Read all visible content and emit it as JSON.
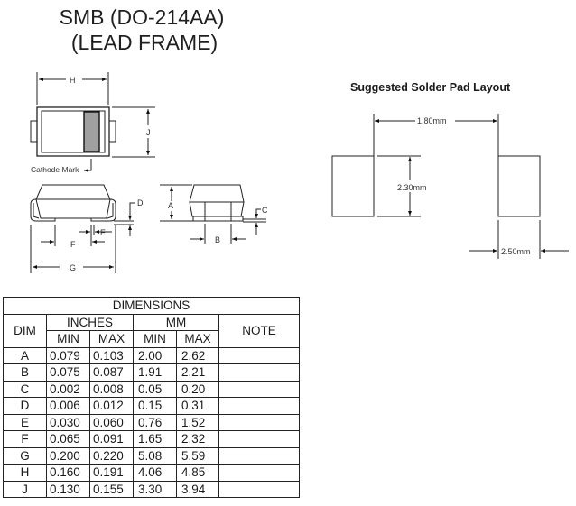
{
  "header": {
    "title_line1": "SMB (DO-214AA)",
    "title_line2": "(LEAD FRAME)"
  },
  "package_drawing": {
    "top_view": {
      "dim_h": "H",
      "dim_j": "J",
      "cathode_label": "Cathode Mark"
    },
    "side_view": {
      "dim_d": "D",
      "dim_e": "E",
      "dim_f": "F",
      "dim_g": "G"
    },
    "end_view": {
      "dim_a": "A",
      "dim_b": "B",
      "dim_c": "C"
    }
  },
  "solder_pad": {
    "title": "Suggested Solder Pad Layout",
    "spacing": "1.80mm",
    "height": "2.30mm",
    "width": "2.50mm"
  },
  "table": {
    "title": "DIMENSIONS",
    "col_dim": "DIM",
    "group_inches": "INCHES",
    "group_mm": "MM",
    "col_note": "NOTE",
    "sub_min": "MIN",
    "sub_max": "MAX",
    "rows": [
      {
        "dim": "A",
        "in_min": "0.079",
        "in_max": "0.103",
        "mm_min": "2.00",
        "mm_max": "2.62",
        "note": ""
      },
      {
        "dim": "B",
        "in_min": "0.075",
        "in_max": "0.087",
        "mm_min": "1.91",
        "mm_max": "2.21",
        "note": ""
      },
      {
        "dim": "C",
        "in_min": "0.002",
        "in_max": "0.008",
        "mm_min": "0.05",
        "mm_max": "0.20",
        "note": ""
      },
      {
        "dim": "D",
        "in_min": "0.006",
        "in_max": "0.012",
        "mm_min": "0.15",
        "mm_max": "0.31",
        "note": ""
      },
      {
        "dim": "E",
        "in_min": "0.030",
        "in_max": "0.060",
        "mm_min": "0.76",
        "mm_max": "1.52",
        "note": ""
      },
      {
        "dim": "F",
        "in_min": "0.065",
        "in_max": "0.091",
        "mm_min": "1.65",
        "mm_max": "2.32",
        "note": ""
      },
      {
        "dim": "G",
        "in_min": "0.200",
        "in_max": "0.220",
        "mm_min": "5.08",
        "mm_max": "5.59",
        "note": ""
      },
      {
        "dim": "H",
        "in_min": "0.160",
        "in_max": "0.191",
        "mm_min": "4.06",
        "mm_max": "4.85",
        "note": ""
      },
      {
        "dim": "J",
        "in_min": "0.130",
        "in_max": "0.155",
        "mm_min": "3.30",
        "mm_max": "3.94",
        "note": ""
      }
    ]
  }
}
